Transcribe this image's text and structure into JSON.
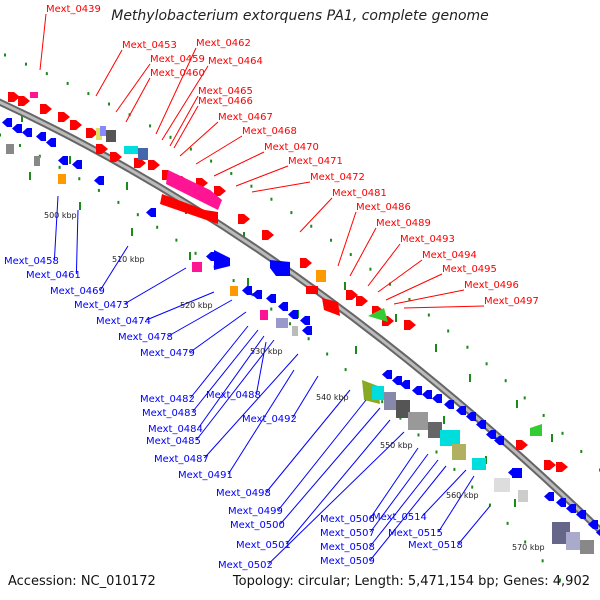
{
  "title": "Methylobacterium extorquens PA1, complete genome",
  "footer": {
    "accession": "Accession: NC_010172",
    "summary": "Topology: circular; Length: 5,471,154 bp; Genes: 4,902"
  },
  "colors": {
    "forward": "#ff0000",
    "reverse": "#0000ff",
    "backbone": "#999999",
    "tick": "#1a8a1a"
  },
  "kbp_ticks": [
    "500 kbp",
    "510 kbp",
    "520 kbp",
    "530 kbp",
    "540 kbp",
    "550 kbp",
    "560 kbp",
    "570 kbp"
  ],
  "forward_genes": [
    "Mext_0439",
    "Mext_0453",
    "Mext_0459",
    "Mext_0460",
    "Mext_0462",
    "Mext_0464",
    "Mext_0465",
    "Mext_0466",
    "Mext_0467",
    "Mext_0468",
    "Mext_0470",
    "Mext_0471",
    "Mext_0472",
    "Mext_0481",
    "Mext_0486",
    "Mext_0489",
    "Mext_0493",
    "Mext_0494",
    "Mext_0495",
    "Mext_0496",
    "Mext_0497"
  ],
  "reverse_genes": [
    "Mext_0458",
    "Mext_0461",
    "Mext_0469",
    "Mext_0473",
    "Mext_0474",
    "Mext_0478",
    "Mext_0479",
    "Mext_0482",
    "Mext_0483",
    "Mext_0484",
    "Mext_0485",
    "Mext_0487",
    "Mext_0488",
    "Mext_0491",
    "Mext_0492",
    "Mext_0498",
    "Mext_0499",
    "Mext_0500",
    "Mext_0501",
    "Mext_0502",
    "Mext_0506",
    "Mext_0507",
    "Mext_0508",
    "Mext_0509",
    "Mext_0514",
    "Mext_0515",
    "Mext_0518"
  ]
}
